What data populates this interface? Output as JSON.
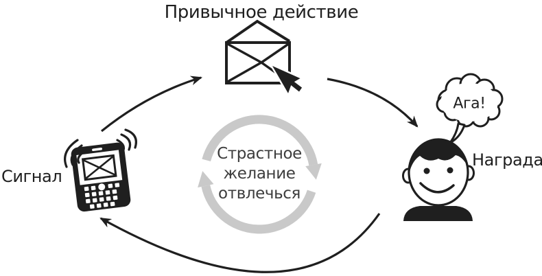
{
  "title": "Привычное действие",
  "labels": {
    "cue": "Сигнал",
    "reward": "Награда",
    "aha": "Ага!"
  },
  "center": {
    "lines": [
      "Страстное",
      "желание",
      "отвлечься"
    ]
  },
  "colors": {
    "ink": "#1f1f1f",
    "loop_gray": "#c9c9c9",
    "center_text_gray": "#3d3d3d",
    "background": "#ffffff"
  },
  "icons": {
    "cue": "phone-icon",
    "routine": "envelope-icon",
    "pointer": "cursor-icon",
    "reward": "person-icon",
    "bubble": "speech-bubble",
    "loop": "loop-arrows"
  }
}
